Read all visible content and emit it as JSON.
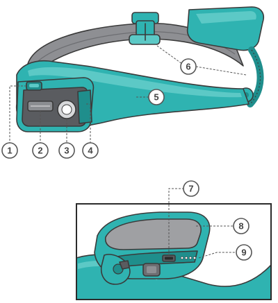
{
  "colors": {
    "teal": "#2fb3b1",
    "teal_light": "#5cc9c6",
    "teal_dark": "#1f8e8c",
    "strap_gray": "#8e8f93",
    "strap_gray_dark": "#6d6e72",
    "outline": "#3a3a3a",
    "lamp_gray": "#5a5c60",
    "callout_stroke": "#555555"
  },
  "callouts": [
    {
      "id": "1",
      "label": "1"
    },
    {
      "id": "2",
      "label": "2"
    },
    {
      "id": "3",
      "label": "3"
    },
    {
      "id": "4",
      "label": "4"
    },
    {
      "id": "5",
      "label": "5"
    },
    {
      "id": "6",
      "label": "6"
    },
    {
      "id": "7",
      "label": "7"
    },
    {
      "id": "8",
      "label": "8"
    },
    {
      "id": "9",
      "label": "9"
    }
  ],
  "icons": {
    "headlamp": "headlamp-illustration",
    "detail": "battery-detail-illustration"
  }
}
